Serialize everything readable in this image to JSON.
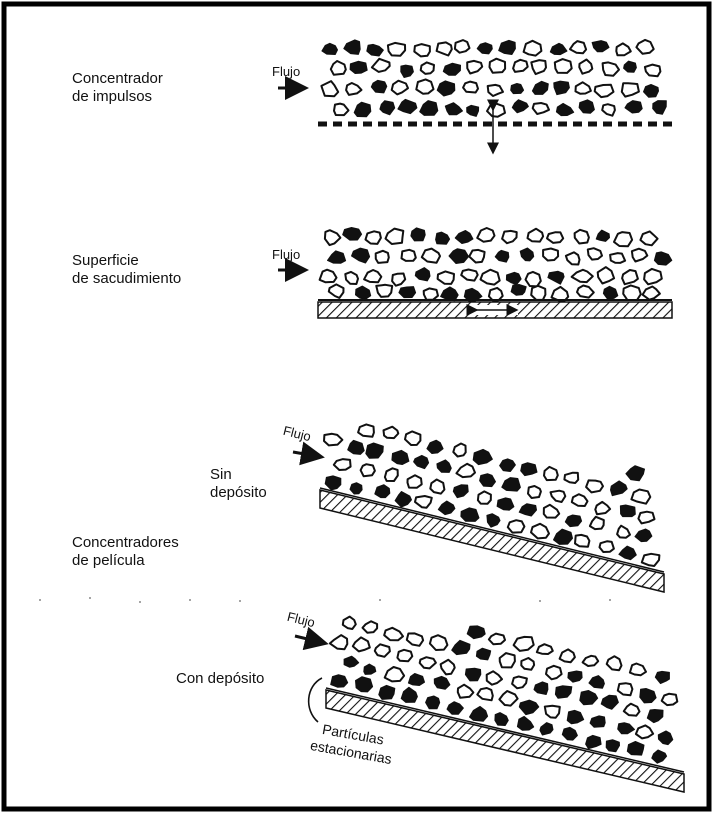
{
  "diagram": {
    "sections": [
      {
        "id": "impulsos",
        "title_line1": "Concentrador",
        "title_line2": "de impulsos",
        "flow_label": "Flujo"
      },
      {
        "id": "sacudimiento",
        "title_line1": "Superficie",
        "title_line2": "de sacudimiento",
        "flow_label": "Flujo"
      },
      {
        "id": "pelicula",
        "title_line1": "Concentradores",
        "title_line2": "de película"
      },
      {
        "id": "sin_deposito",
        "flow_label": "Flujo",
        "sub_label_line1": "Sin",
        "sub_label_line2": "depósito"
      },
      {
        "id": "con_deposito",
        "flow_label": "Flujo",
        "sub_label": "Con depósito",
        "annotation_line1": "Partículas",
        "annotation_line2": "estacionarias"
      }
    ],
    "legend_colors": {
      "heavy_particle": "#111111",
      "light_particle": "#ffffff",
      "ink": "#111111"
    }
  }
}
